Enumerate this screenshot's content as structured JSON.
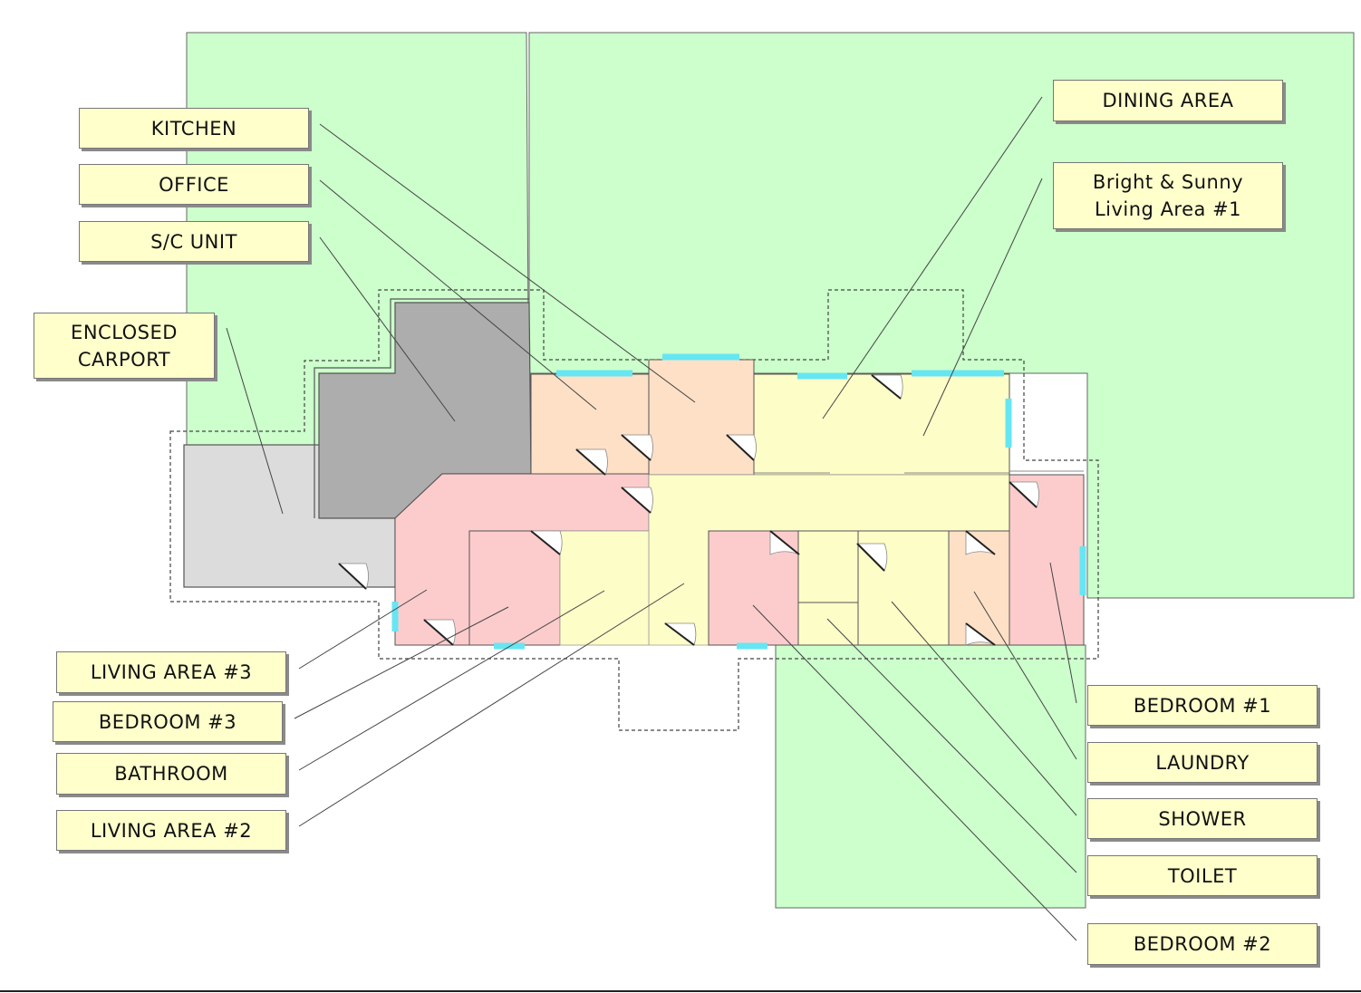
{
  "labels": {
    "kitchen": "KITCHEN",
    "office": "OFFICE",
    "sc_unit": "S/C UNIT",
    "enclosed_carport": "ENCLOSED\nCARPORT",
    "dining_area": "DINING AREA",
    "living_area_1": "Bright & Sunny\nLiving Area #1",
    "living_area_3": "LIVING AREA #3",
    "bedroom_3": "BEDROOM #3",
    "bathroom": "BATHROOM",
    "living_area_2": "LIVING AREA #2",
    "bedroom_1": "BEDROOM #1",
    "laundry": "LAUNDRY",
    "shower": "SHOWER",
    "toilet": "TOILET",
    "bedroom_2": "BEDROOM #2"
  },
  "colors": {
    "yard": "#ccffcc",
    "carport": "#dcdcdc",
    "sc_unit": "#adadad",
    "kitchen_office": "#fde0c6",
    "living_bed": "#fccccc",
    "living_yellow": "#fdfdc8",
    "window": "#66e6f2",
    "label_bg": "#ffffcc"
  }
}
